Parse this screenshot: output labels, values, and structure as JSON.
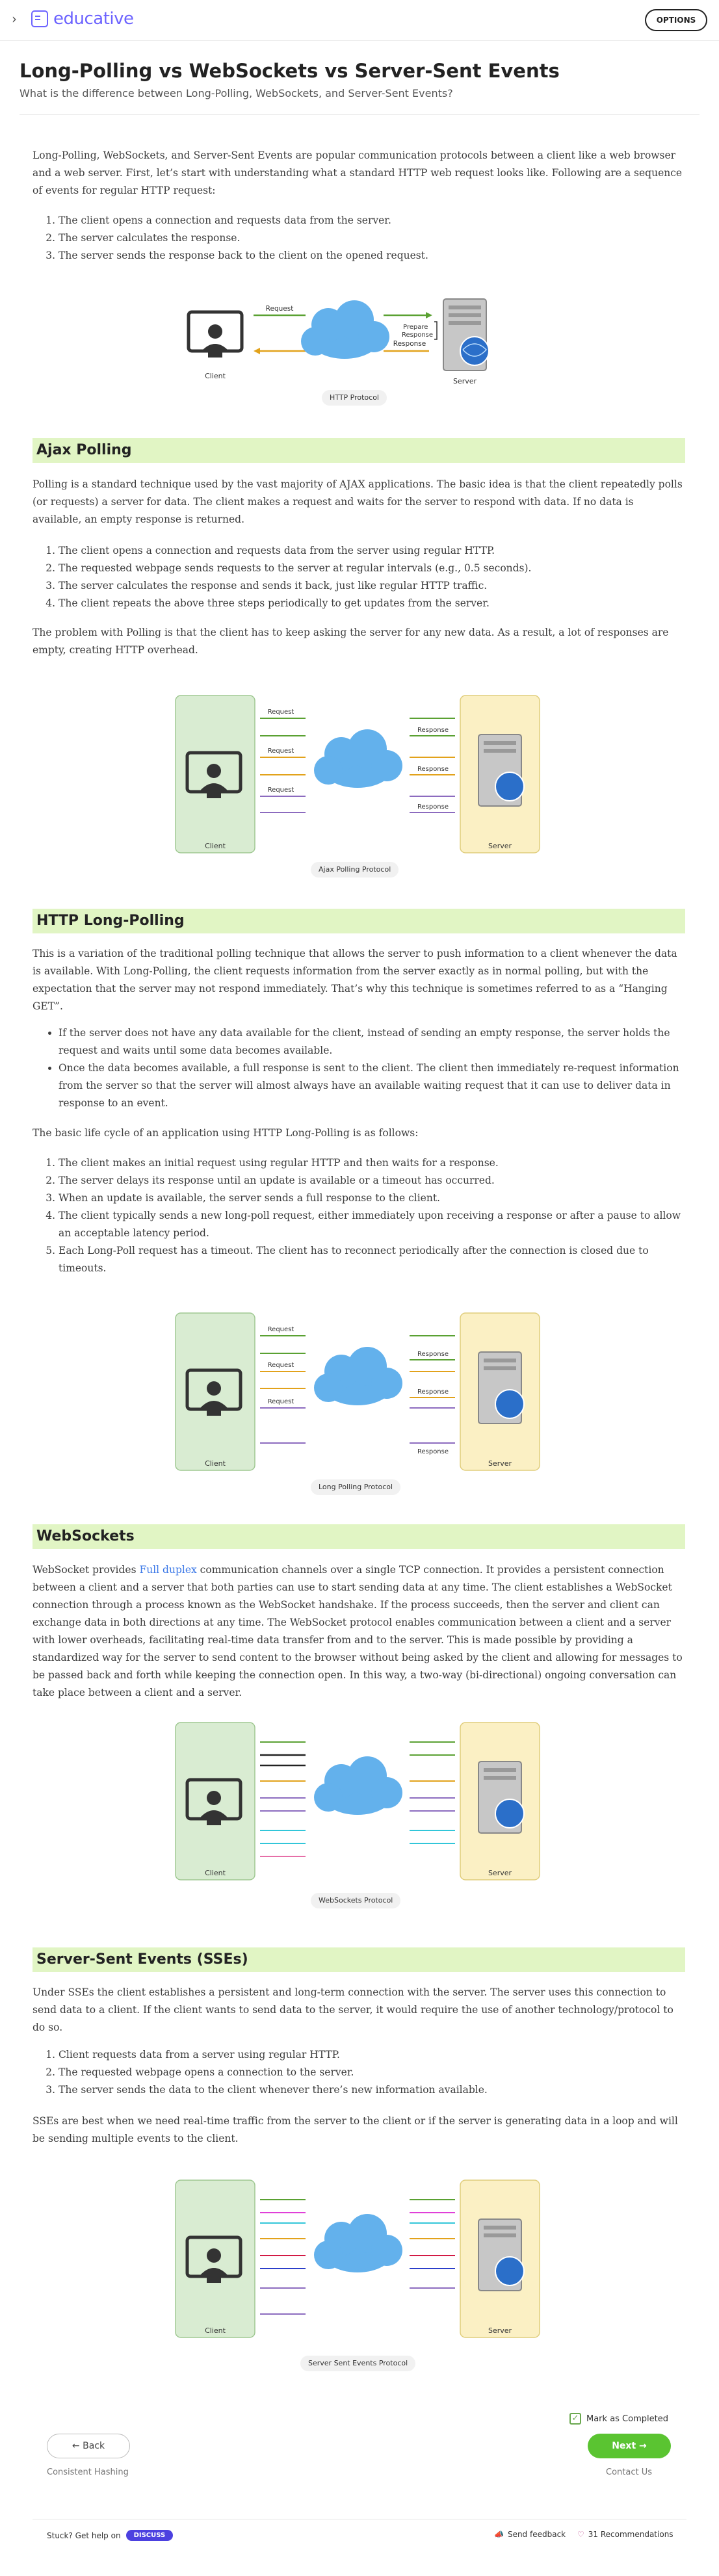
{
  "header": {
    "logo_text": "educative",
    "options_label": "OPTIONS"
  },
  "page": {
    "title": "Long-Polling vs WebSockets vs Server-Sent Events",
    "subtitle": "What is the difference between Long-Polling, WebSockets, and Server-Sent Events?"
  },
  "intro": {
    "para": "Long-Polling, WebSockets, and Server-Sent Events are popular communication protocols between a client like a web browser and a web server. First, let’s start with understanding what a standard HTTP web request looks like. Following are a sequence of events for regular HTTP request:",
    "items": [
      "The client opens a connection and requests data from the server.",
      "The server calculates the response.",
      "The server sends the response back to the client on the opened request."
    ]
  },
  "http_diagram": {
    "request": "Request",
    "prepare": "Prepare",
    "response_label": "Response",
    "response": "Response",
    "client": "Client",
    "server": "Server",
    "caption": "HTTP Protocol"
  },
  "ajax": {
    "heading": "Ajax Polling",
    "para1": "Polling is a standard technique used by the vast majority of AJAX applications. The basic idea is that the client repeatedly polls (or requests) a server for data. The client makes a request and waits for the server to respond with data. If no data is available, an empty response is returned.",
    "items": [
      "The client opens a connection and requests data from the server using regular HTTP.",
      "The requested webpage sends requests to the server at regular intervals (e.g., 0.5 seconds).",
      "The server calculates the response and sends it back, just like regular HTTP traffic.",
      "The client repeats the above three steps periodically to get updates from the server."
    ],
    "para2": "The problem with Polling is that the client has to keep asking the server for any new data. As a result, a lot of responses are empty, creating HTTP overhead.",
    "diagram": {
      "request": "Request",
      "response": "Response",
      "client": "Client",
      "server": "Server",
      "caption": "Ajax Polling Protocol"
    }
  },
  "longpoll": {
    "heading": "HTTP Long-Polling",
    "para1": "This is a variation of the traditional polling technique that allows the server to push information to a client whenever the data is available. With Long-Polling, the client requests information from the server exactly as in normal polling, but with the expectation that the server may not respond immediately. That’s why this technique is sometimes referred to as a “Hanging GET”.",
    "bullets": [
      "If the server does not have any data available for the client, instead of sending an empty response, the server holds the request and waits until some data becomes available.",
      "Once the data becomes available, a full response is sent to the client. The client then immediately re-request information from the server so that the server will almost always have an available waiting request that it can use to deliver data in response to an event."
    ],
    "para2": "The basic life cycle of an application using HTTP Long-Polling is as follows:",
    "items": [
      "The client makes an initial request using regular HTTP and then waits for a response.",
      "The server delays its response until an update is available or a timeout has occurred.",
      "When an update is available, the server sends a full response to the client.",
      "The client typically sends a new long-poll request, either immediately upon receiving a response or after a pause to allow an acceptable latency period.",
      "Each Long-Poll request has a timeout. The client has to reconnect periodically after the connection is closed due to timeouts."
    ],
    "diagram": {
      "request": "Request",
      "response": "Response",
      "client": "Client",
      "server": "Server",
      "caption": "Long Polling Protocol"
    }
  },
  "websockets": {
    "heading": "WebSockets",
    "para_pre": "WebSocket provides ",
    "para_link": "Full duplex",
    "para_post": " communication channels over a single TCP connection. It provides a persistent connection between a client and a server that both parties can use to start sending data at any time. The client establishes a WebSocket connection through a process known as the WebSocket handshake. If the process succeeds, then the server and client can exchange data in both directions at any time. The WebSocket protocol enables communication between a client and a server with lower overheads, facilitating real-time data transfer from and to the server. This is made possible by providing a standardized way for the server to send content to the browser without being asked by the client and allowing for messages to be passed back and forth while keeping the connection open. In this way, a two-way (bi-directional) ongoing conversation can take place between a client and a server.",
    "diagram": {
      "client": "Client",
      "server": "Server",
      "caption": "WebSockets Protocol"
    }
  },
  "sse": {
    "heading": "Server-Sent Events (SSEs)",
    "para1": "Under SSEs the client establishes a persistent and long-term connection with the server. The server uses this connection to send data to a client. If the client wants to send data to the server, it would require the use of another technology/protocol to do so.",
    "items": [
      "Client requests data from a server using regular HTTP.",
      "The requested webpage opens a connection to the server.",
      "The server sends the data to the client whenever there’s new information available."
    ],
    "para2": "SSEs are best when we need real-time traffic from the server to the client or if the server is generating data in a loop and will be sending multiple events to the client.",
    "diagram": {
      "client": "Client",
      "server": "Server",
      "caption": "Server Sent Events Protocol"
    }
  },
  "footer": {
    "mark_completed": "Mark as Completed",
    "back": "Back",
    "next": "Next",
    "prev_lesson": "Consistent Hashing",
    "next_lesson": "Contact Us",
    "stuck": "Stuck? Get help on",
    "discuss": "DISCUSS",
    "feedback": "Send feedback",
    "recommendations": "31 Recommendations"
  },
  "colors": {
    "accent": "#6c63ff",
    "heading_bg": "#e1f5c4",
    "client_box": "#d9ecd2",
    "server_box": "#fbf0c4",
    "cloud": "#63b1ec",
    "next_green": "#5ac431"
  }
}
